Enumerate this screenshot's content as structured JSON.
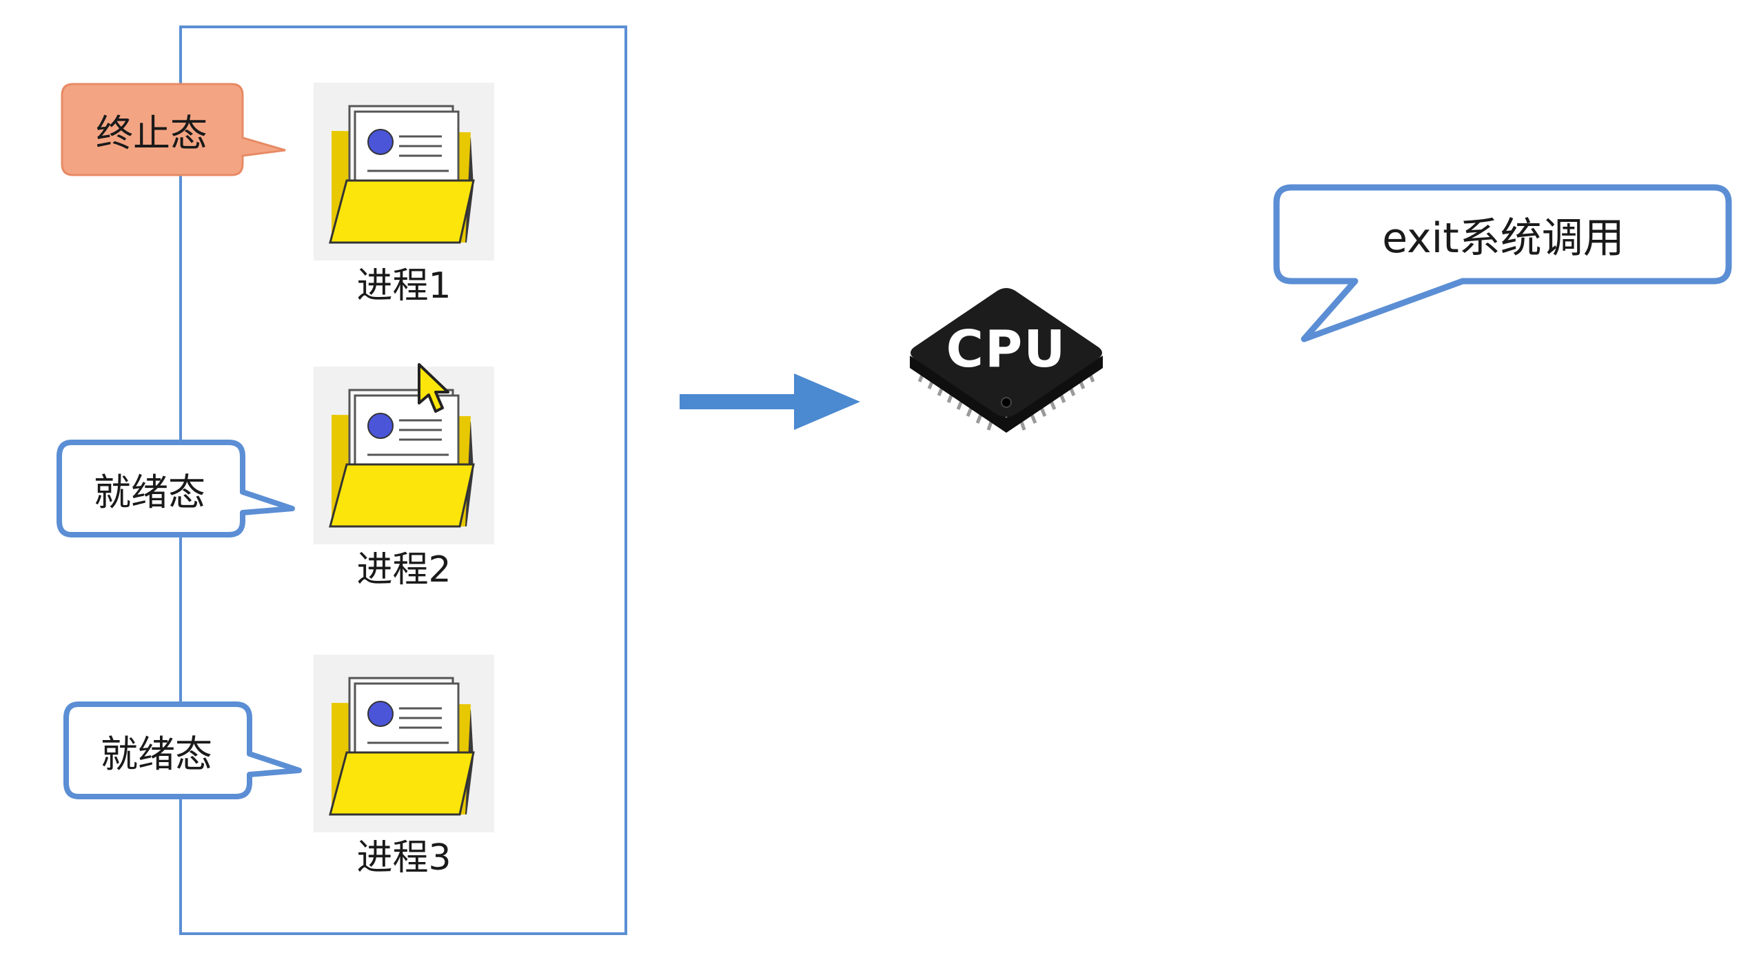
{
  "processes": [
    {
      "label": "进程1",
      "state": "终止态"
    },
    {
      "label": "进程2",
      "state": "就绪态"
    },
    {
      "label": "进程3",
      "state": "就绪态"
    }
  ],
  "cpu": {
    "label": "CPU"
  },
  "syscall_callout": {
    "text": "exit系统调用"
  },
  "colors": {
    "accent_blue": "#5b8ed4",
    "terminated_fill": "#f3a583",
    "folder_yellow": "#fce50a",
    "chip_black": "#1c1c1c"
  }
}
